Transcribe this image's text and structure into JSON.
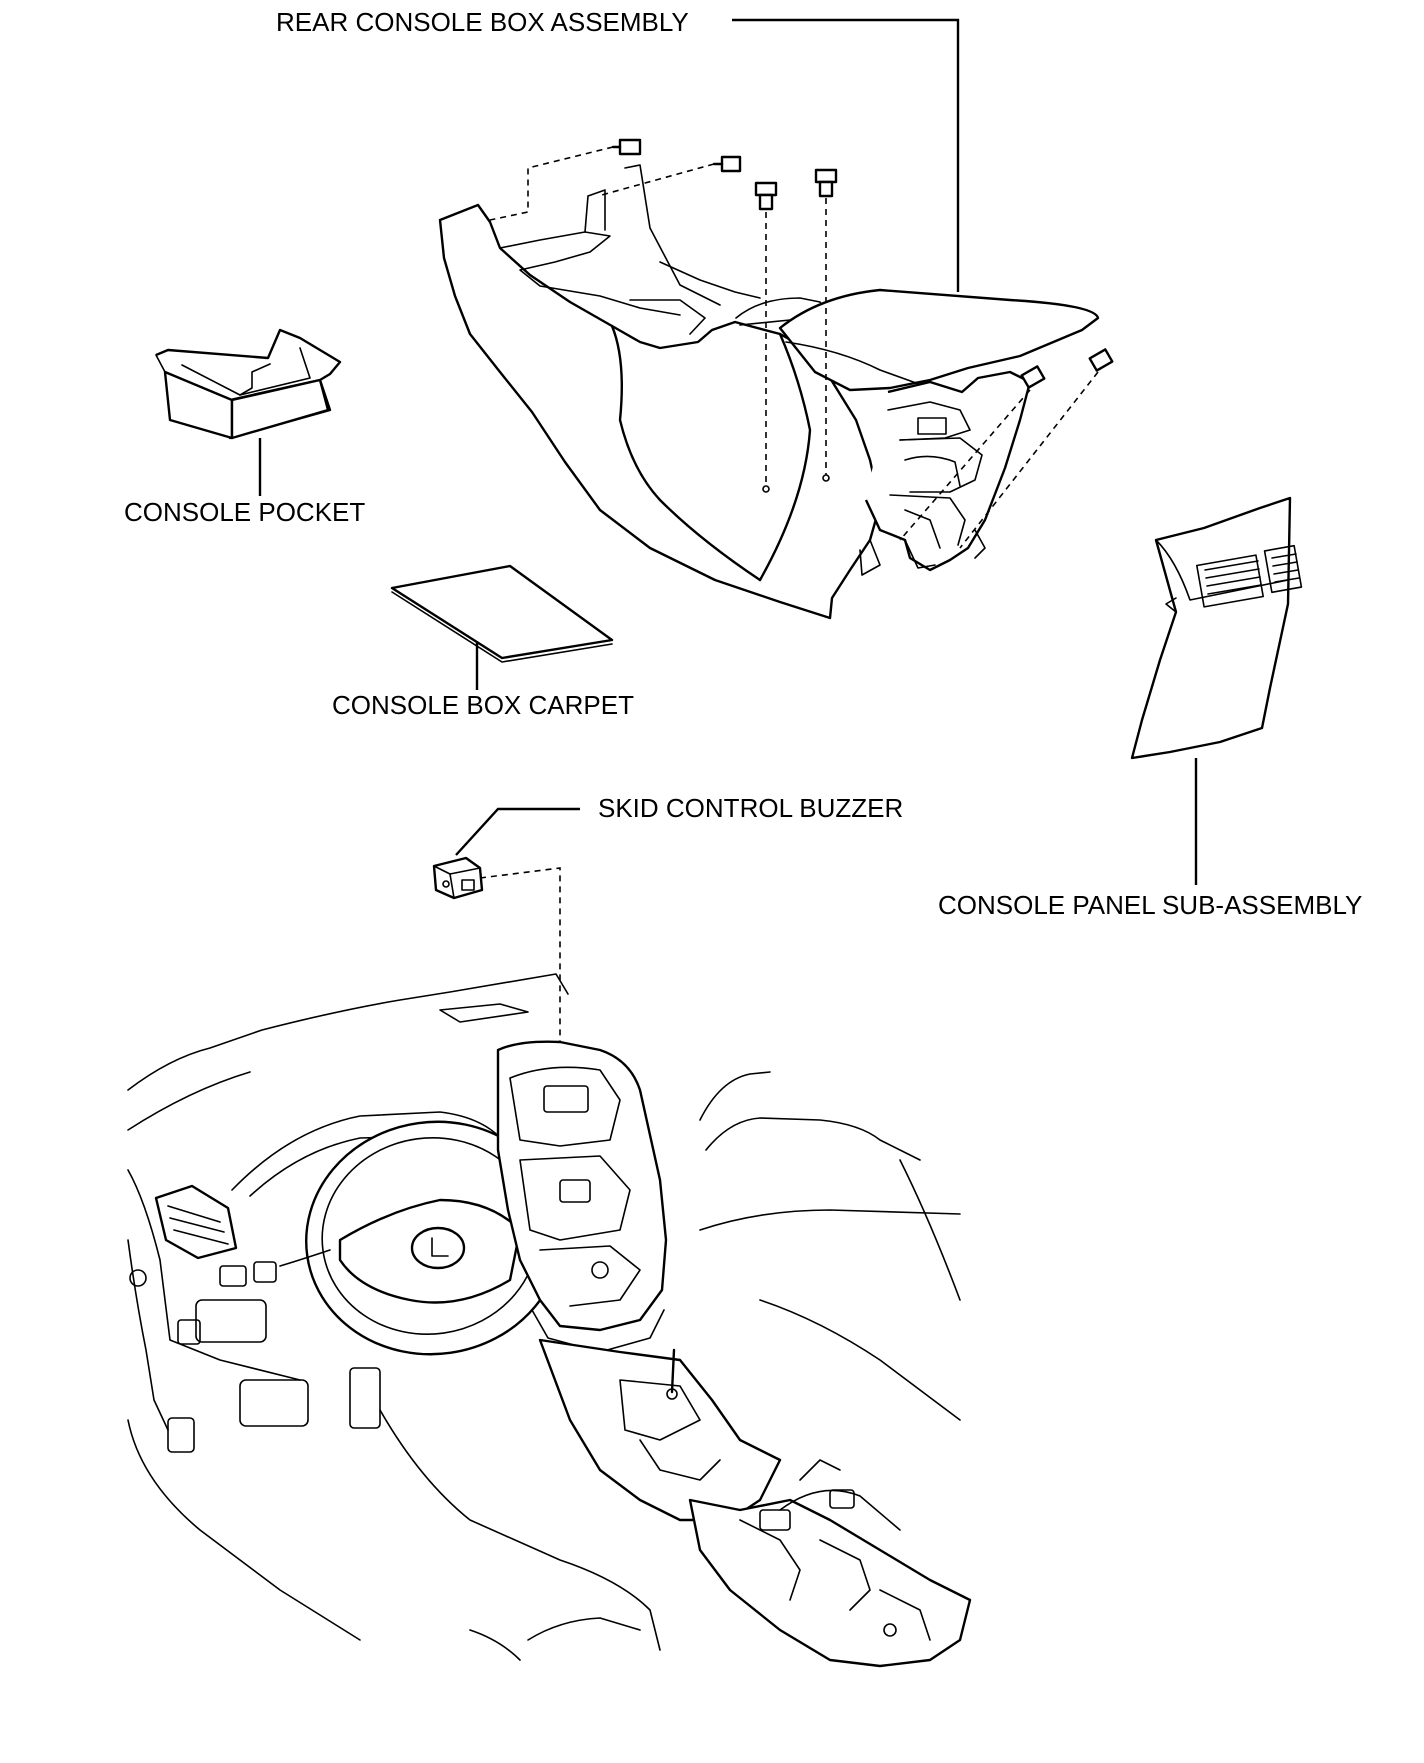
{
  "labels": {
    "rear_console_box": "REAR CONSOLE BOX ASSEMBLY",
    "console_pocket": "CONSOLE POCKET",
    "console_box_carpet": "CONSOLE BOX CARPET",
    "skid_control_buzzer": "SKID CONTROL BUZZER",
    "console_panel_sub_assembly": "CONSOLE PANEL SUB-ASSEMBLY"
  }
}
